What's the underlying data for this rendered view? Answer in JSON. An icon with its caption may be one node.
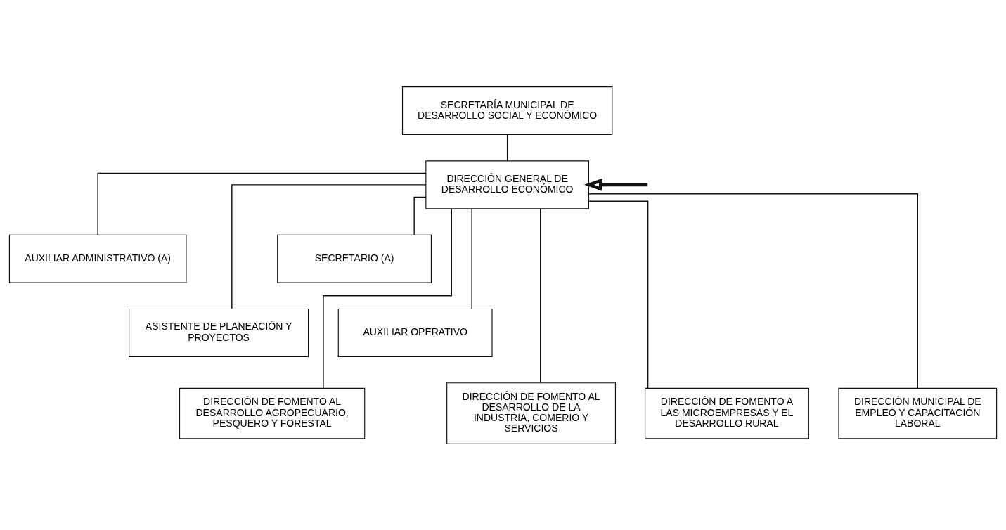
{
  "diagram": {
    "nodes": [
      {
        "text": [
          "SECRETARÍA MUNICIPAL DE DESARROLLO SOCIAL Y ECONÓMICO"
        ]
      },
      {
        "text": [
          "DIRECCIÓN GENERAL DE DESARROLLO ECONÓMICO"
        ]
      },
      {
        "text": [
          "AUXILIAR ADMINISTRATIVO (A)"
        ]
      },
      {
        "text": [
          "SECRETARIO (A)"
        ]
      },
      {
        "text": [
          "ASISTENTE DE PLANEACIÓN Y PROYECTOS"
        ]
      },
      {
        "text": [
          "AUXILIAR OPERATIVO"
        ]
      },
      {
        "text": [
          "DIRECCIÓN DE FOMENTO AL DESARROLLO AGROPECUARIO, PESQUERO Y FORESTAL"
        ]
      },
      {
        "text": [
          "DIRECCIÓN DE FOMENTO AL DESARROLLO DE LA INDUSTRIA, COMERIO Y SERVICIOS"
        ]
      },
      {
        "text": [
          "DIRECCIÓN DE FOMENTO A LAS MICROEMPRESAS Y EL DESARROLLO RURAL"
        ]
      },
      {
        "text": [
          "DIRECCIÓN MUNICIPAL DE EMPLEO Y CAPACITACIÓN LABORAL"
        ]
      }
    ],
    "edges": [
      {
        "from": 0,
        "to": 1,
        "arrow": "none"
      },
      {
        "from": 1,
        "to": 2,
        "arrow": "none"
      },
      {
        "from": 1,
        "to": 3,
        "arrow": "none"
      },
      {
        "from": 1,
        "to": 4,
        "arrow": "none"
      },
      {
        "from": 1,
        "to": 5,
        "arrow": "none"
      },
      {
        "from": 1,
        "to": 6,
        "arrow": "none"
      },
      {
        "from": 1,
        "to": 7,
        "arrow": "none"
      },
      {
        "from": 1,
        "to": 8,
        "arrow": "none"
      },
      {
        "from": 1,
        "to": 9,
        "arrow": "none"
      },
      {
        "from": null,
        "to": 1,
        "arrow": "to",
        "style": "thick"
      }
    ]
  }
}
